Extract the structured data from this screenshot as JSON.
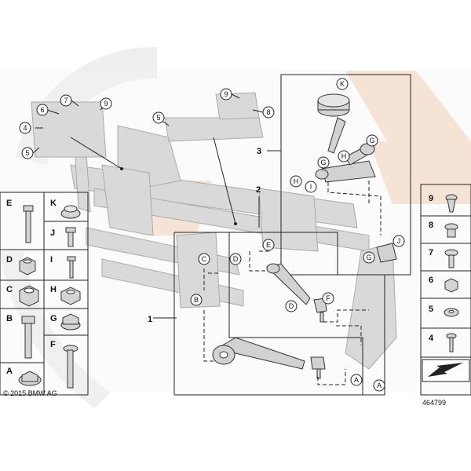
{
  "diagram": {
    "group_numbers": [
      "1",
      "2",
      "3"
    ],
    "upper_callouts": {
      "left_bracket": [
        "6",
        "7",
        "9",
        "4",
        "5"
      ],
      "center_bracket": [
        "5",
        "9",
        "8"
      ]
    },
    "group3_callouts": [
      "K",
      "G",
      "G",
      "H",
      "H",
      "I",
      "J",
      "G"
    ],
    "group2_callouts": [
      "E",
      "D",
      "D",
      "F",
      "A"
    ],
    "group1_callouts": [
      "C",
      "B",
      "A"
    ],
    "colors": {
      "background": "#ffffff",
      "watermark_orange": "#f6dcc6",
      "watermark_grey": "#eeeeee",
      "part_grey": "#d8d8d8",
      "outline": "#222222"
    }
  },
  "left_legend": [
    {
      "key": "E",
      "icon": "bolt-icon"
    },
    {
      "key": "K",
      "icon": "flange-nut-icon"
    },
    {
      "key": "J",
      "icon": "short-bolt-icon"
    },
    {
      "key": "D",
      "icon": "hex-nut-icon"
    },
    {
      "key": "I",
      "icon": "small-bolt-icon"
    },
    {
      "key": "C",
      "icon": "hex-nut-icon"
    },
    {
      "key": "H",
      "icon": "thin-nut-icon"
    },
    {
      "key": "B",
      "icon": "long-bolt-icon"
    },
    {
      "key": "G",
      "icon": "flange-nut-icon"
    },
    {
      "key": "F",
      "icon": "flange-bolt-icon"
    },
    {
      "key": "A",
      "icon": "collar-nut-icon"
    }
  ],
  "right_legend": [
    {
      "key": "9",
      "icon": "expansion-rivet-icon"
    },
    {
      "key": "8",
      "icon": "clip-nut-icon"
    },
    {
      "key": "7",
      "icon": "screw-icon"
    },
    {
      "key": "6",
      "icon": "nut-icon"
    },
    {
      "key": "5",
      "icon": "washer-icon"
    },
    {
      "key": "4",
      "icon": "small-screw-icon"
    }
  ],
  "copyright": "© 2015 BMW AG",
  "diagram_number": "464799"
}
